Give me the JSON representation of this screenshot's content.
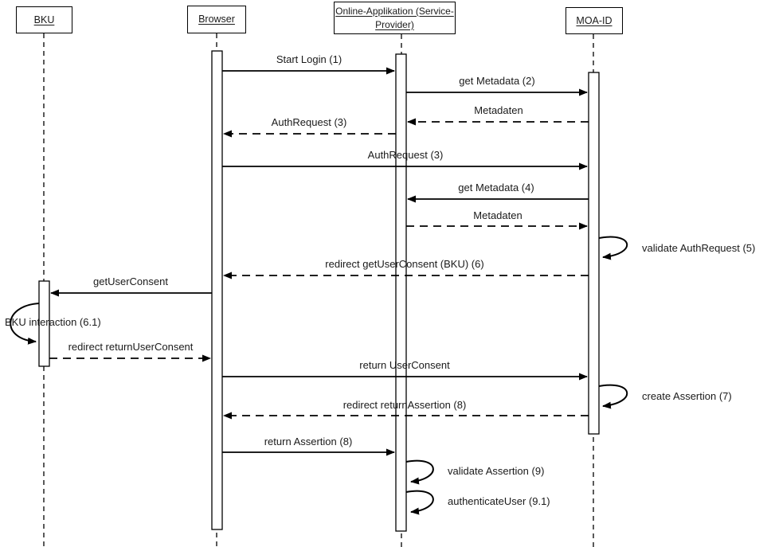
{
  "diagram": {
    "title": "MOA-ID login sequence diagram",
    "colors": {
      "stroke": "#000000",
      "background": "#ffffff",
      "text": "#1a1a1a"
    },
    "actors": [
      {
        "name": "BKU",
        "lines": [
          "BKU"
        ]
      },
      {
        "name": "Browser",
        "lines": [
          "Browser"
        ]
      },
      {
        "name": "Online-Applikation (Service-Provider)",
        "lines": [
          "Online-Applikation (Service-",
          "Provider)"
        ]
      },
      {
        "name": "MOA-ID",
        "lines": [
          "MOA-ID"
        ]
      }
    ],
    "messages": [
      {
        "label": "Start Login (1)",
        "from": "Browser",
        "to": "Online-Applikation (Service-Provider)",
        "type": "solid"
      },
      {
        "label": "get Metadata (2)",
        "from": "Online-Applikation (Service-Provider)",
        "to": "MOA-ID",
        "type": "solid"
      },
      {
        "label": "Metadaten",
        "from": "MOA-ID",
        "to": "Online-Applikation (Service-Provider)",
        "type": "dashed"
      },
      {
        "label": "AuthRequest (3)",
        "from": "Online-Applikation (Service-Provider)",
        "to": "Browser",
        "type": "dashed"
      },
      {
        "label": "AuthRequest (3)",
        "from": "Browser",
        "to": "MOA-ID",
        "type": "solid"
      },
      {
        "label": "get Metadata (4)",
        "from": "MOA-ID",
        "to": "Online-Applikation (Service-Provider)",
        "type": "solid"
      },
      {
        "label": "Metadaten",
        "from": "Online-Applikation (Service-Provider)",
        "to": "MOA-ID",
        "type": "dashed"
      },
      {
        "label": "validate AuthRequest (5)",
        "from": "MOA-ID",
        "to": "MOA-ID",
        "type": "self"
      },
      {
        "label": "redirect getUserConsent (BKU) (6)",
        "from": "MOA-ID",
        "to": "Browser",
        "type": "dashed"
      },
      {
        "label": "getUserConsent",
        "from": "Browser",
        "to": "BKU",
        "type": "solid"
      },
      {
        "label": "BKU interaction (6.1)",
        "from": "BKU",
        "to": "BKU",
        "type": "self"
      },
      {
        "label": "redirect returnUserConsent",
        "from": "BKU",
        "to": "Browser",
        "type": "dashed"
      },
      {
        "label": "return UserConsent",
        "from": "Browser",
        "to": "MOA-ID",
        "type": "solid"
      },
      {
        "label": "create Assertion (7)",
        "from": "MOA-ID",
        "to": "MOA-ID",
        "type": "self"
      },
      {
        "label": "redirect returnAssertion (8)",
        "from": "MOA-ID",
        "to": "Browser",
        "type": "dashed"
      },
      {
        "label": "return Assertion (8)",
        "from": "Browser",
        "to": "Online-Applikation (Service-Provider)",
        "type": "solid"
      },
      {
        "label": "validate Assertion (9)",
        "from": "Online-Applikation (Service-Provider)",
        "to": "Online-Applikation (Service-Provider)",
        "type": "self"
      },
      {
        "label": "authenticateUser (9.1)",
        "from": "Online-Applikation (Service-Provider)",
        "to": "Online-Applikation (Service-Provider)",
        "type": "self"
      }
    ]
  }
}
